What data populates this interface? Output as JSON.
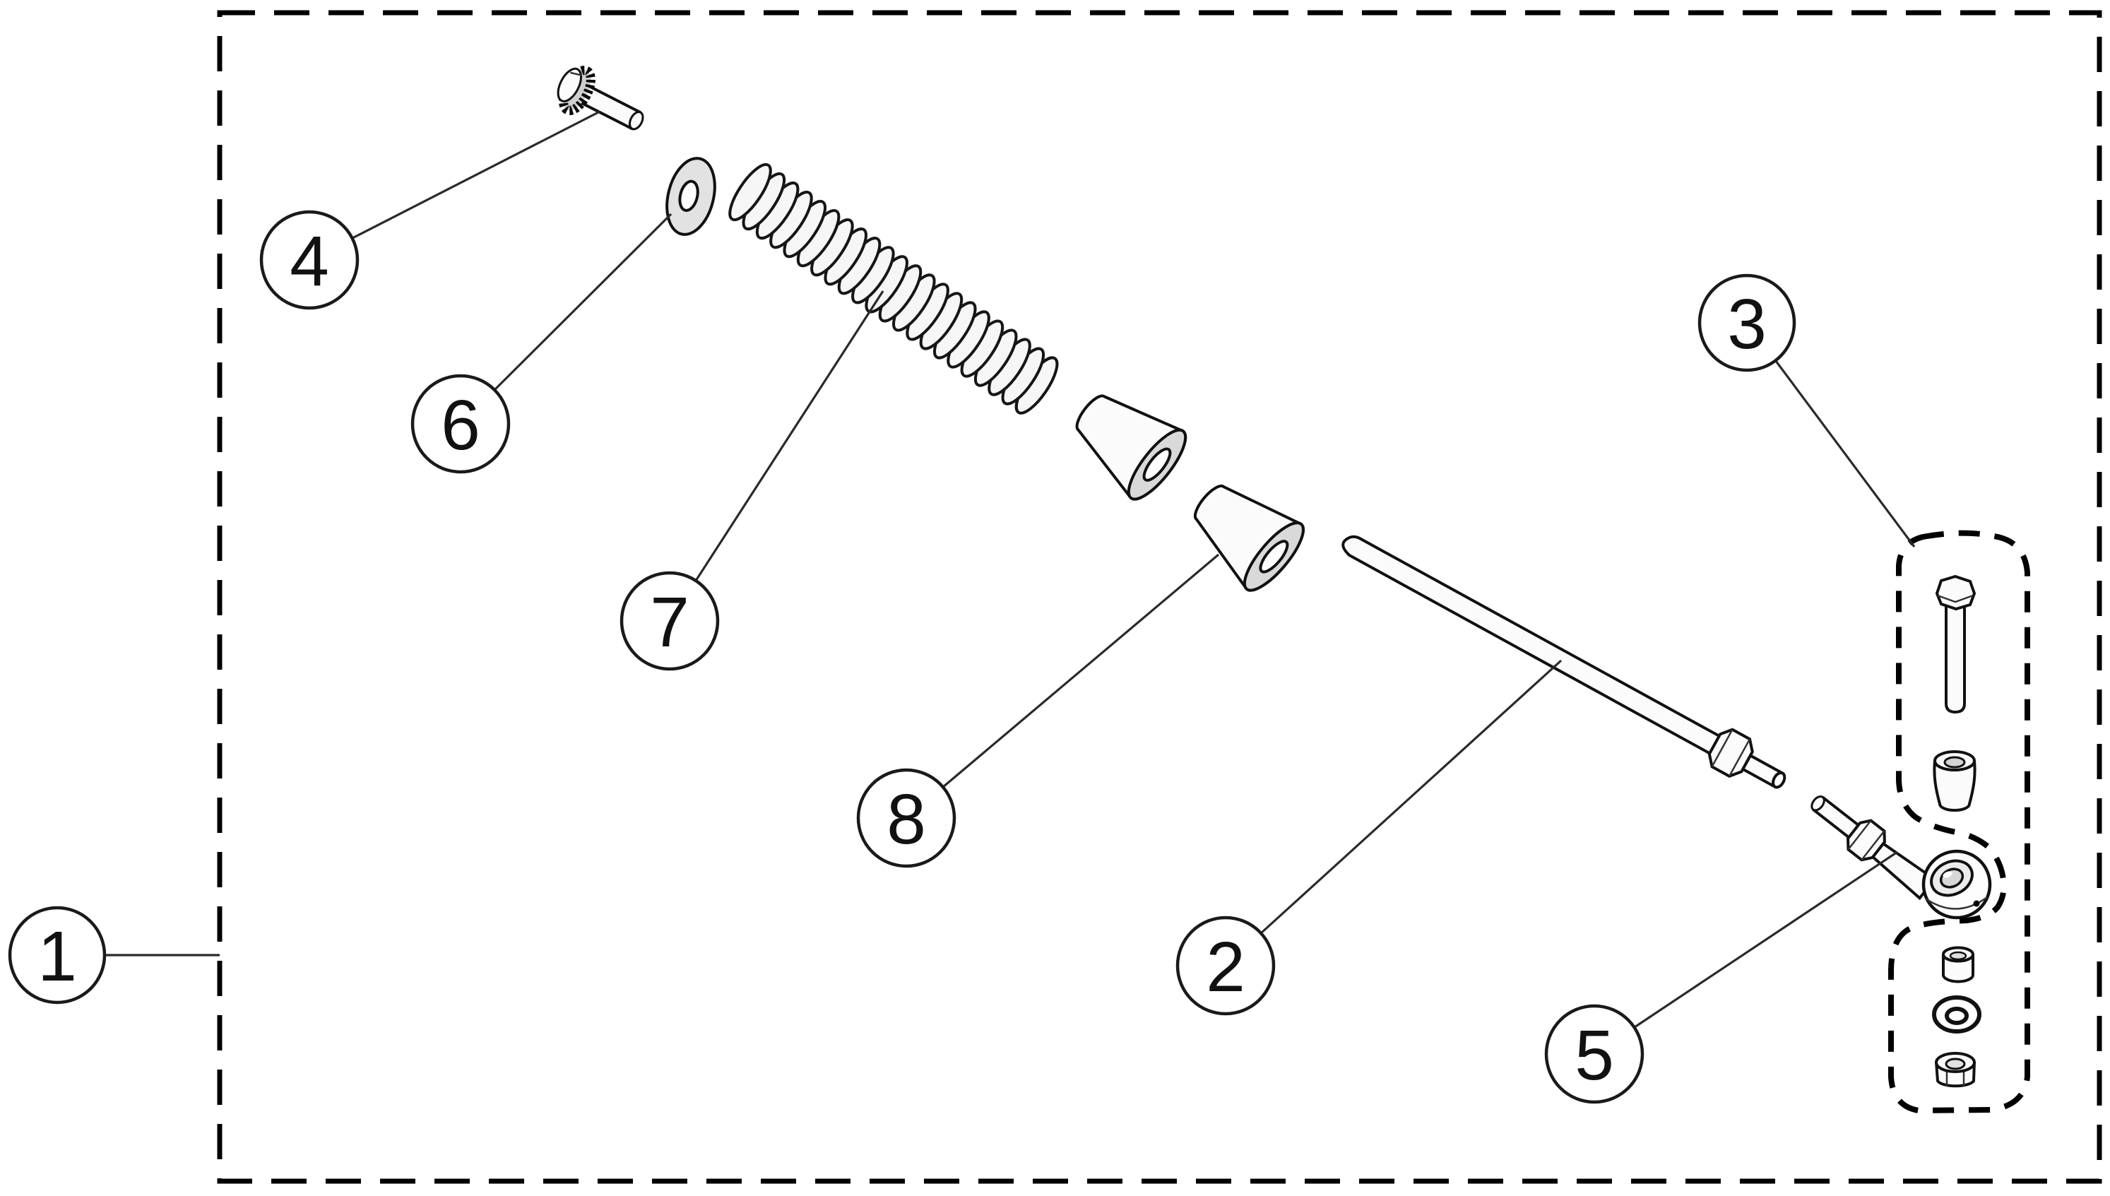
{
  "figure": {
    "type": "exploded-parts-diagram",
    "background": "#ffffff",
    "line_color": "#000000",
    "part_fill": "#fbfbfb",
    "shaded_fill": "#d9d9d9",
    "spring": {
      "coil_count": 22
    },
    "callouts": {
      "c1": {
        "label": "1"
      },
      "c2": {
        "label": "2"
      },
      "c3": {
        "label": "3"
      },
      "c4": {
        "label": "4"
      },
      "c5": {
        "label": "5"
      },
      "c6": {
        "label": "6"
      },
      "c7": {
        "label": "7"
      },
      "c8": {
        "label": "8"
      }
    }
  }
}
